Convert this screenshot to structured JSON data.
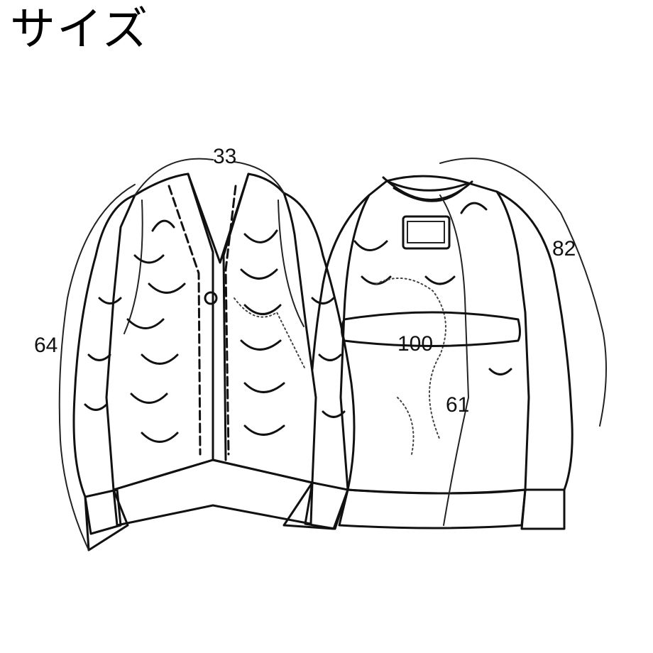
{
  "title": "サイズ",
  "measurements": {
    "shoulder": "33",
    "sleeve": "64",
    "chest": "100",
    "length": "61",
    "yuki": "82"
  }
}
